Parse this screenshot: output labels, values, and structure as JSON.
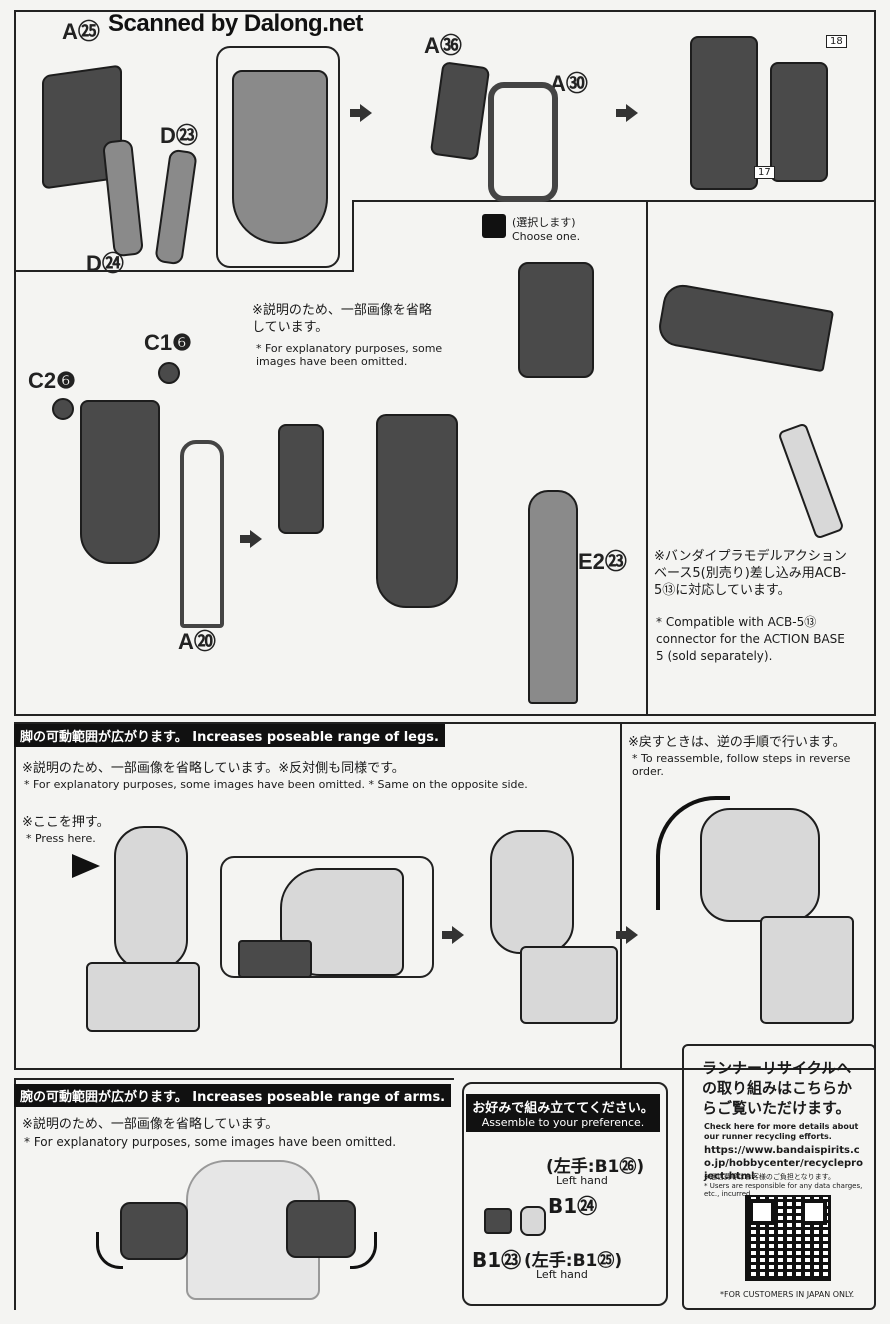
{
  "scan_credit": "Scanned by Dalong.net",
  "step1": {
    "labels": {
      "a25": "A㉕",
      "d23": "D㉓",
      "d24": "D㉔",
      "a36": "A㊱",
      "a30": "A㉚",
      "sticker18": "18",
      "sticker17": "17"
    }
  },
  "step2": {
    "omit_jp": "※説明のため、一部画像を省略しています。",
    "omit_en": "* For explanatory purposes, some images have been omitted.",
    "labels": {
      "c16": "C1❻",
      "c26": "C2❻",
      "a20": "A⑳",
      "e223": "E2㉓"
    },
    "choose_jp": "(選択します)",
    "choose_en": "Choose one.",
    "compat_jp": "※バンダイプラモデルアクションベース5(別売り)差し込み用ACB-5⑬に対応しています。",
    "compat_en": "* Compatible with ACB-5⑬ connector for the ACTION BASE 5 (sold separately)."
  },
  "legs": {
    "header_jp": "脚の可動範囲が広がります。",
    "header_en": "Increases poseable range of legs.",
    "omit_jp": "※説明のため、一部画像を省略しています。※反対側も同様です。",
    "omit_en": "* For explanatory purposes, some images have been omitted. * Same on the opposite side.",
    "press_jp": "※ここを押す。",
    "press_en": "* Press here.",
    "reassemble_jp": "※戻すときは、逆の手順で行います。",
    "reassemble_en": "* To reassemble, follow steps in reverse order."
  },
  "arms": {
    "header_jp": "腕の可動範囲が広がります。",
    "header_en": "Increases poseable range of arms.",
    "omit_jp": "※説明のため、一部画像を省略しています。",
    "omit_en": "* For explanatory purposes, some images have been omitted."
  },
  "hands": {
    "header_jp": "お好みで組み立ててください。",
    "header_en": "Assemble to your preference.",
    "left_top": "(左手:B1㉖)",
    "left_top_en": "Left hand",
    "b124": "B1㉔",
    "b123": "B1㉓",
    "left_bottom": "(左手:B1㉕)",
    "left_bottom_en": "Left hand"
  },
  "recycle": {
    "title_jp": "ランナーリサイクルへの取り組みはこちらからご覧いただけます。",
    "check_en": "Check here for more details about our runner recycling efforts.",
    "url": "https://www.bandaispirits.co.jp/hobbycenter/recycleproject.html",
    "fee_jp": "※通信費等はお客様のご負担となります。",
    "fee_en": "* Users are responsible for any data charges, etc., incurred.",
    "japan_only": "*FOR CUSTOMERS IN JAPAN ONLY."
  }
}
